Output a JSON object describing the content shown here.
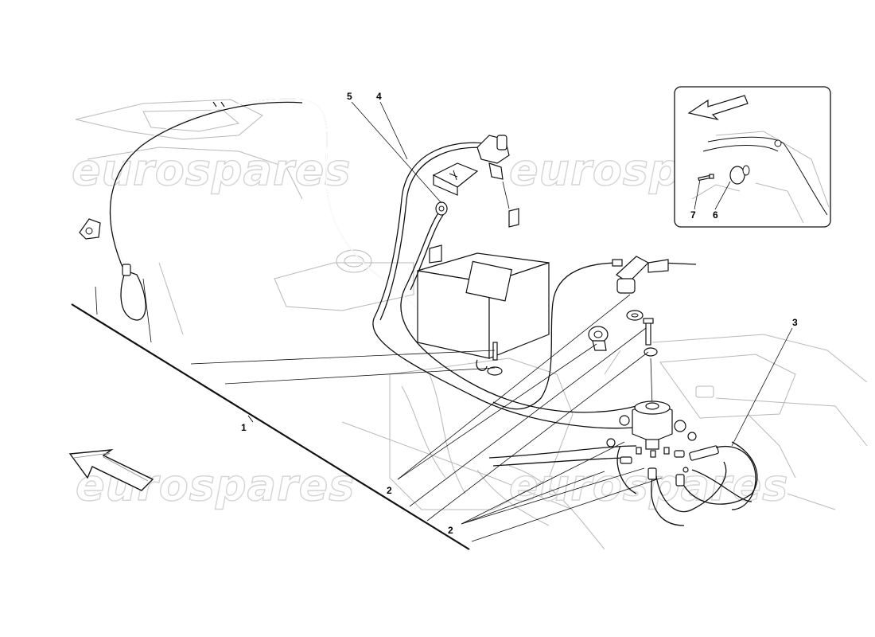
{
  "watermark": "eurospares",
  "callouts": {
    "c1": "1",
    "c2a": "2",
    "c2b": "2",
    "c3": "3",
    "c4": "4",
    "c5": "5",
    "c6": "6",
    "c7": "7"
  }
}
